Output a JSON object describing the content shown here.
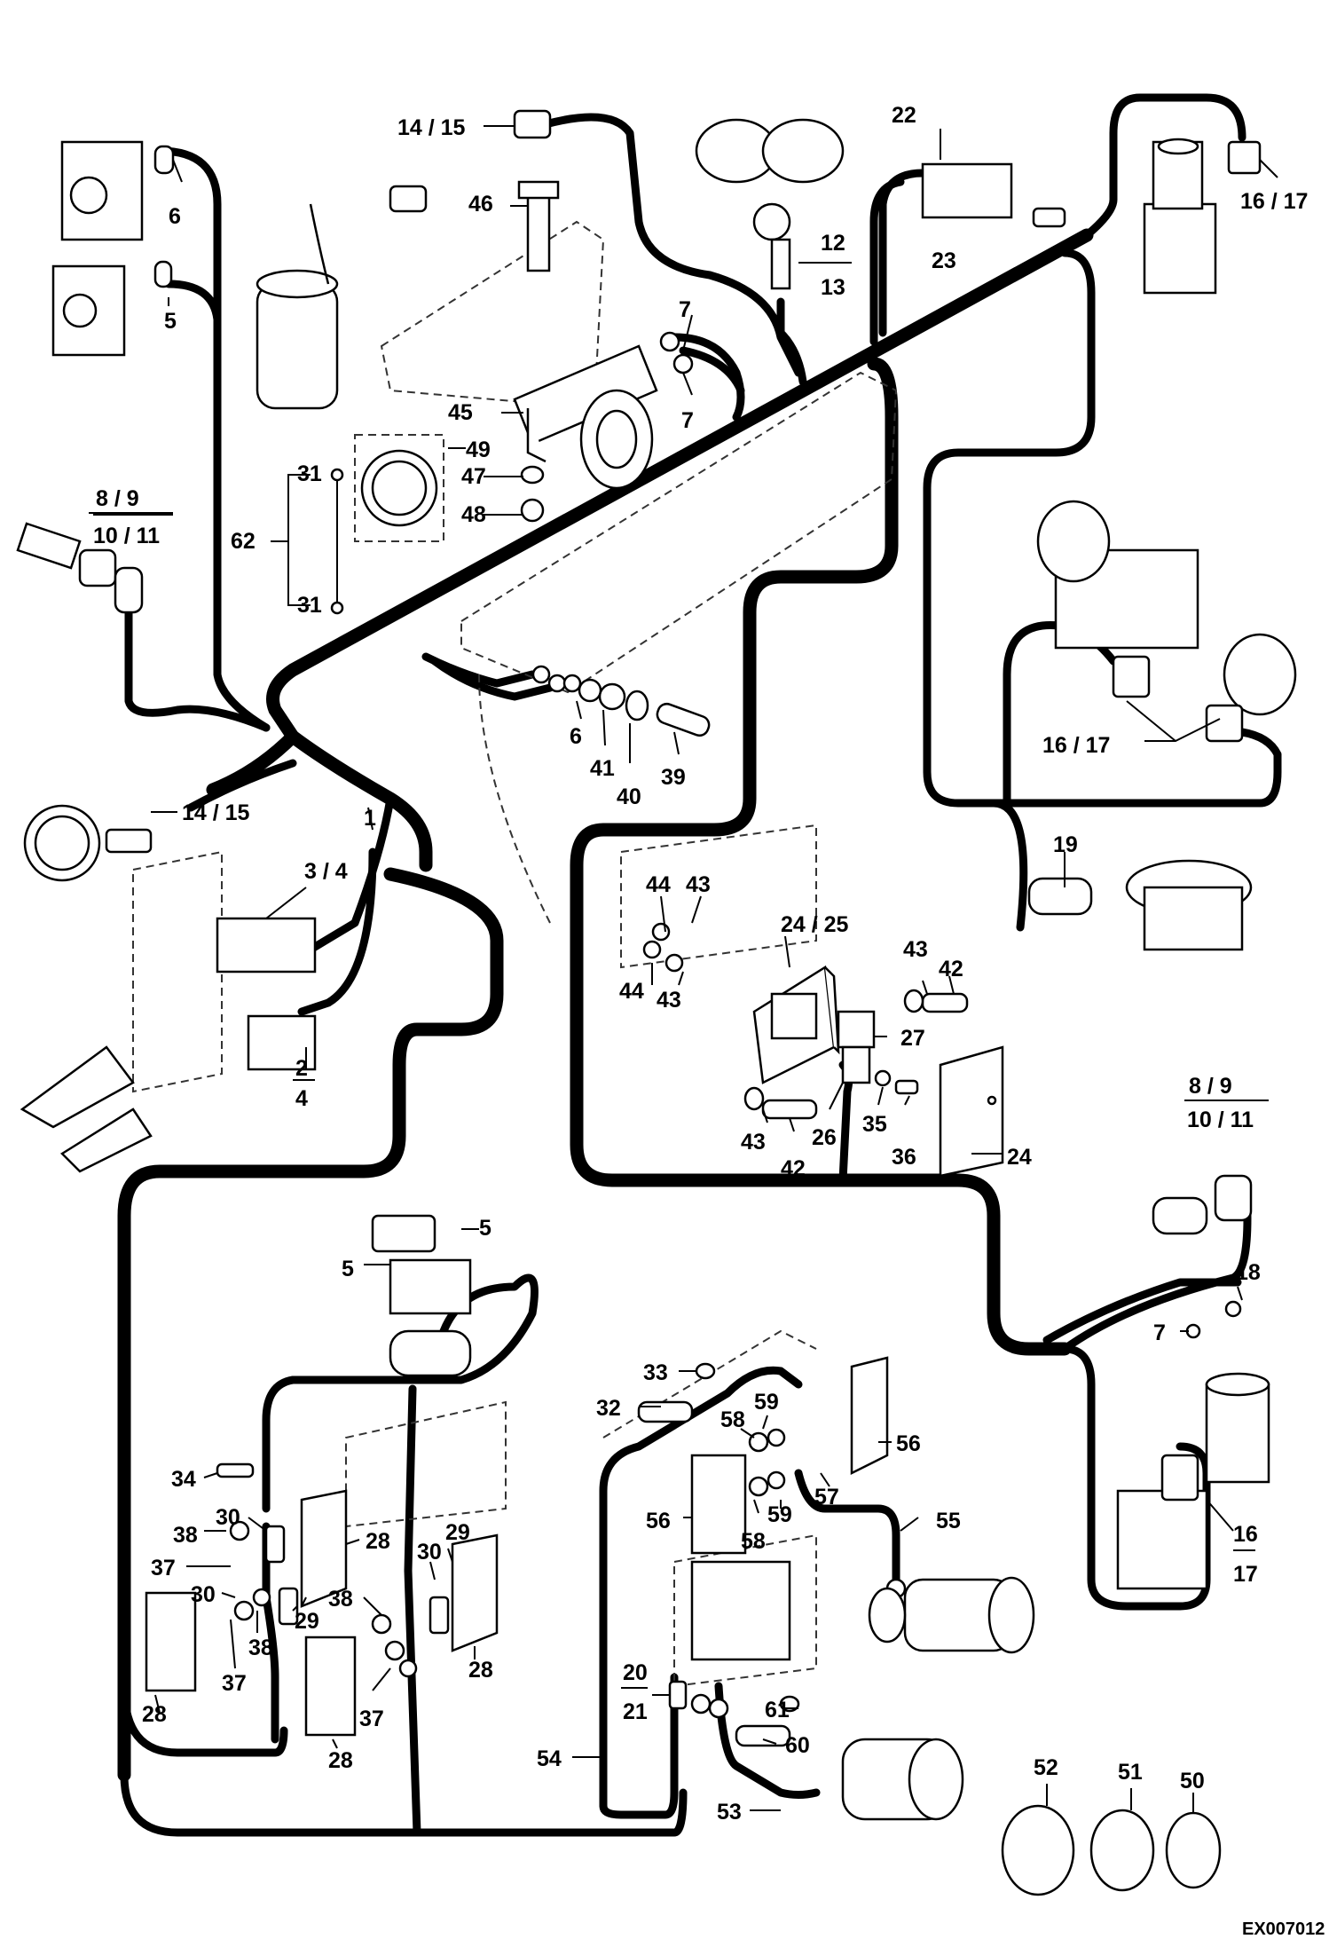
{
  "labels": {
    "l_14_15_top": "14 / 15",
    "l_6_top": "6",
    "l_46": "46",
    "l_5_top": "5",
    "l_12": "12",
    "l_13": "13",
    "l_22": "22",
    "l_23": "23",
    "l_16_17_top": "16 / 17",
    "l_7a": "7",
    "l_7b": "7",
    "l_45": "45",
    "l_49": "49",
    "l_47": "47",
    "l_48": "48",
    "l_31a": "31",
    "l_31b": "31",
    "l_62": "62",
    "l_8_9_left": "8  /  9",
    "l_10_11_left": "10 / 11",
    "l_6_mid": "6",
    "l_41": "41",
    "l_40": "40",
    "l_39": "39",
    "l_16_17_mid": "16 / 17",
    "l_14_15_left": "14 / 15",
    "l_1": "1",
    "l_3_4": "3 / 4",
    "l_2": "2",
    "l_4": "4",
    "l_19": "19",
    "l_44a": "44",
    "l_43a": "43",
    "l_44b": "44",
    "l_43b": "43",
    "l_24_25": "24 / 25",
    "l_43c": "43",
    "l_42a": "42",
    "l_27": "27",
    "l_43d": "43",
    "l_42b": "42",
    "l_26": "26",
    "l_35": "35",
    "l_36": "36",
    "l_24": "24",
    "l_8_9_right": "8  /  9",
    "l_10_11_right": "10 / 11",
    "l_18": "18",
    "l_7c": "7",
    "l_5a": "5",
    "l_5b": "5",
    "l_33": "33",
    "l_32": "32",
    "l_59a": "59",
    "l_58a": "58",
    "l_56a": "56",
    "l_56b": "56",
    "l_57": "57",
    "l_59b": "59",
    "l_58b": "58",
    "l_55": "55",
    "l_16": "16",
    "l_17": "17",
    "l_34": "34",
    "l_30a": "30",
    "l_38a": "38",
    "l_28a": "28",
    "l_37a": "37",
    "l_30b": "30",
    "l_29a": "29",
    "l_29b": "29",
    "l_30c": "30",
    "l_38b": "38",
    "l_28b": "28",
    "l_37b": "37",
    "l_38c": "38",
    "l_28c": "28",
    "l_37c": "37",
    "l_28d": "28",
    "l_28e": "28",
    "l_20": "20",
    "l_21": "21",
    "l_61": "61",
    "l_60": "60",
    "l_54": "54",
    "l_53": "53",
    "l_52": "52",
    "l_51": "51",
    "l_50": "50"
  },
  "drawing_code": "EX007012"
}
